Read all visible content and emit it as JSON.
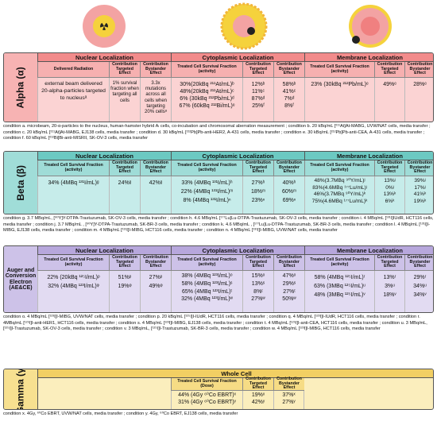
{
  "alpha": {
    "label": "Alpha (α)",
    "sections": [
      "Nuclear Localization",
      "Cytoplasmic Localization",
      "Membrane Localization"
    ],
    "subheaders": {
      "nuc_treated": "Delivered Radiation",
      "targeted": "Contribution Targeted Effect",
      "bystander": "Contribution Bystander Effect",
      "treated": "Treated Cell Survival Fraction (activity)"
    },
    "nuclear": {
      "treated": "external beam delivered 20-alpha-particles targeted to nucleusᵃ",
      "targeted": "1% survival fraction when targeting all cells",
      "bystander": "3.3x mutations across all cells when targeting 20% cellsᵃ"
    },
    "cyto": {
      "treated": [
        "30%(20kBq ²¹¹At/mL)ᵇ",
        "48%(20kBq ²¹¹At/mL)ᶜ",
        "6% (30kBq ²¹²Pb/mL)ᵈ",
        "67% (60kBq ²¹²Bi/mL)ᵉ"
      ],
      "targeted": [
        "12%ᵇ",
        "11%ᶜ",
        "87%ᵈ",
        "25%ᶠ"
      ],
      "bystander": [
        "58%ᵇ",
        "41%ᶜ",
        "7%ᵈ",
        "8%ᶠ"
      ]
    },
    "memb": {
      "treated": [
        "23% (30kBq ²¹²Pb/mL)ᵉ"
      ],
      "targeted": [
        "49%ᵉ"
      ],
      "bystander": [
        "28%ᵉ"
      ]
    },
    "conditions": "condition a. microbeam, 20-α-particles to the nucleus, human-hamster hybrid Aₗ cells, co-incubation and chromosomal aberration measurement ; condition b. 20 kBq/mL [²¹¹At]At-MABG, UVW/NAT cells, media transfer ; condition c. 20 kBq/mL [²¹¹At]At-MABG, EJ138 cells, media transfer ; condition d. 30 kBq/mL [²¹²Pb]Pb-anti-HER2, A-431 cells, media transfer ; condition e. 30 kBq/mL [²¹²Pb]Pb-anti-CEA, A-431 cells, media transfer ; condition f. 60 kBq/mL [²¹²Bi]Bi-anti-MISRII, SK-OV-3 cells, media transfer"
  },
  "beta": {
    "label": "Beta (β)",
    "sections": [
      "Nuclear Localization",
      "Cytoplasmic Localization",
      "Membrane Localization"
    ],
    "nuclear": {
      "treated": [
        "34% (4MBq ¹³¹I/mL)ᵍ"
      ],
      "targeted": [
        "24%ᵍ"
      ],
      "bystander": [
        "42%ᵍ"
      ]
    },
    "cyto": {
      "treated": [
        "33% (4MBq ¹³¹I/mL)ʰ",
        "22% (4MBq ¹³¹I/mL)ᵐ",
        "8% (4MBq ¹³¹I/mL)ⁿ"
      ],
      "targeted": [
        "27%ʰ",
        "18%ᵐ",
        "23%ⁿ"
      ],
      "bystander": [
        "40%ʰ",
        "60%ᵐ",
        "69%ⁿ"
      ]
    },
    "memb": {
      "treated": [
        "48%(3.7MBq ⁹⁰Y/mL)ʲ",
        "83%(4.6MBq ¹⁷⁷Lu/mL)ʲ",
        "46%(3.7MBq ⁹⁰Y/mL)ᵏ",
        "75%(4.6MBq ¹⁷⁷Lu/mL)ᵏ"
      ],
      "targeted": [
        "13%ʲ",
        "0%ʲ",
        "13%ᵏ",
        "6%ᵏ"
      ],
      "bystander": [
        "39%ʲ",
        "17%ʲ",
        "41%ᵏ",
        "19%ᵏ"
      ]
    },
    "conditions": "condition g. 3.7 MBq/mL, [⁹⁰Y]Y-DTPA-Trastuzumab, SK-OV-3 cells, media transfer ; condition h. 4.6 MBq/mL [¹⁷⁷Lu]Lu-DTPA-Trastuzumab, SK-OV-3 cells, media transfer ; condition i. 4 MBq/mL [¹³¹I]IUdR, HCT116 cells, media transfer ; condition j. 3.7 MBq/mL , [⁹⁰Y]Y-DTPA-Trastuzumab, SK-BR-3 cells, media transfer ; condition k. 4.6 MBq/mL , [¹⁷⁷Lu]Lu-DTPA-Trastuzumab, SK-BR-3 cells, media transfer ; condition l. 4 MBq/mL [¹³¹I]I-MIBG, EJ138 cells, media transfer ; condition m. 4 MBq/mL [¹³¹I]I-MIBG, HCT116 cells, media transfer ; condition n. 4 MBq/mL [¹³¹I]I-MIBG, UVW/NAT cells, media transfer"
  },
  "auger": {
    "label": "Auger and Conversion Electron (AE&CE)",
    "sections": [
      "Nuclear Localization",
      "Cytoplasmic Localization",
      "Membrane Localization"
    ],
    "nuclear": {
      "treated": [
        "22% (20kBq ¹²⁵I/mL)ᵖ",
        "32% (4MBq ¹²³I/mL)ᵠ"
      ],
      "targeted": [
        "51%ᵖ",
        "19%ᵠ"
      ],
      "bystander": [
        "27%ᵖ",
        "49%ᵠ"
      ]
    },
    "cyto": {
      "treated": [
        "38% (4MBq ¹²³I/mL)ᵒ",
        "58% (4MBq ¹²³I/mL)ˢ",
        "65% (4MBq ¹²³I/mL)ᵗ",
        "32% (4MBq ¹²³I/mL)ʷ"
      ],
      "targeted": [
        "15%ᵒ",
        "13%ˢ",
        "8%ᵗ",
        "27%ʷ"
      ],
      "bystander": [
        "47%ᵒ",
        "29%ˢ",
        "27%ᵗ",
        "50%ʷ"
      ]
    },
    "memb": {
      "treated": [
        "58% (4MBq ¹²⁵I/mL)ʳ",
        "63% (3MBq ¹²⁵I/mL)ᵘ",
        "48% (3MBq ¹²⁵I/mL)ᵛ"
      ],
      "targeted": [
        "13%ʳ",
        "3%ᵘ",
        "18%ᵛ"
      ],
      "bystander": [
        "29%ʳ",
        "34%ᵘ",
        "34%ᵛ"
      ]
    },
    "conditions": "condition o. 4 MBq/mL [¹²³I]I-MIBG, UVW/NAT cells, media transfer ; condition p. 20 kBq/mL [¹²⁵I]I-IUdR, HCT116 cells, media transfer ; condition q. 4 MBq/mL [¹²³I]I-IUdR, HCT116 cells, media transfer ; condition r. 4MBq/mL [¹²⁵I]I-anti-HER1, HCT116 cells, media transfer ; condition s. 4 MBq/mL [¹²³I]I-MIBG, EJ138 cells, media transfer ; condition t. 4 MBq/mL [¹²⁵I]I-anti-CEA, HCT116 cells, media transfer ; condition u. 3 MBq/mL, [¹²⁵I]I-Trastuzumab, SK-OV-3 cells, media transfer ; condition v. 3 MBq/mL, [¹²⁵I]I-Trastuzumab, SK-BR-3 cells, media transfer ; condition w. 4 MBq/mL [¹²³I]I-MIBG, HCT116 cells, media transfer"
  },
  "gamma": {
    "label": "Gamma (γ)",
    "section": "Whole Cell",
    "treated_header": "Treated Cell Survival Fraction (Dose)",
    "treated": [
      "44% (4Gy ⁶⁰Co EBRT)ˣ",
      "31% (4Gy ⁶⁰Co EBRT)ʸ"
    ],
    "targeted": [
      "19%ˣ",
      "42%ʸ"
    ],
    "bystander": [
      "37%ˣ",
      "27%ʸ"
    ],
    "conditions": "condition x. 4Gy, ⁶⁰Co EBRT, UVW/NAT cells, media transfer ; condition y. 4Gy, ⁶⁰Co EBRT, EJ138 cells, media transfer"
  },
  "colors": {
    "alpha_header": "#f28b8b",
    "alpha_bg": "#fbd3d3",
    "alpha_side": "#f7b3b3",
    "beta_header": "#6cc9c2",
    "beta_bg": "#c6ecea",
    "beta_side": "#a0ddd8",
    "auger_header": "#b7a7dc",
    "auger_bg": "#e2dbf2",
    "auger_side": "#cdc2e8",
    "gamma_header": "#f2cf63",
    "gamma_bg": "#fbeebd",
    "gamma_side": "#f7e090",
    "cell_yellow": "#f5d23c",
    "cell_pink": "#f2a0a0"
  }
}
